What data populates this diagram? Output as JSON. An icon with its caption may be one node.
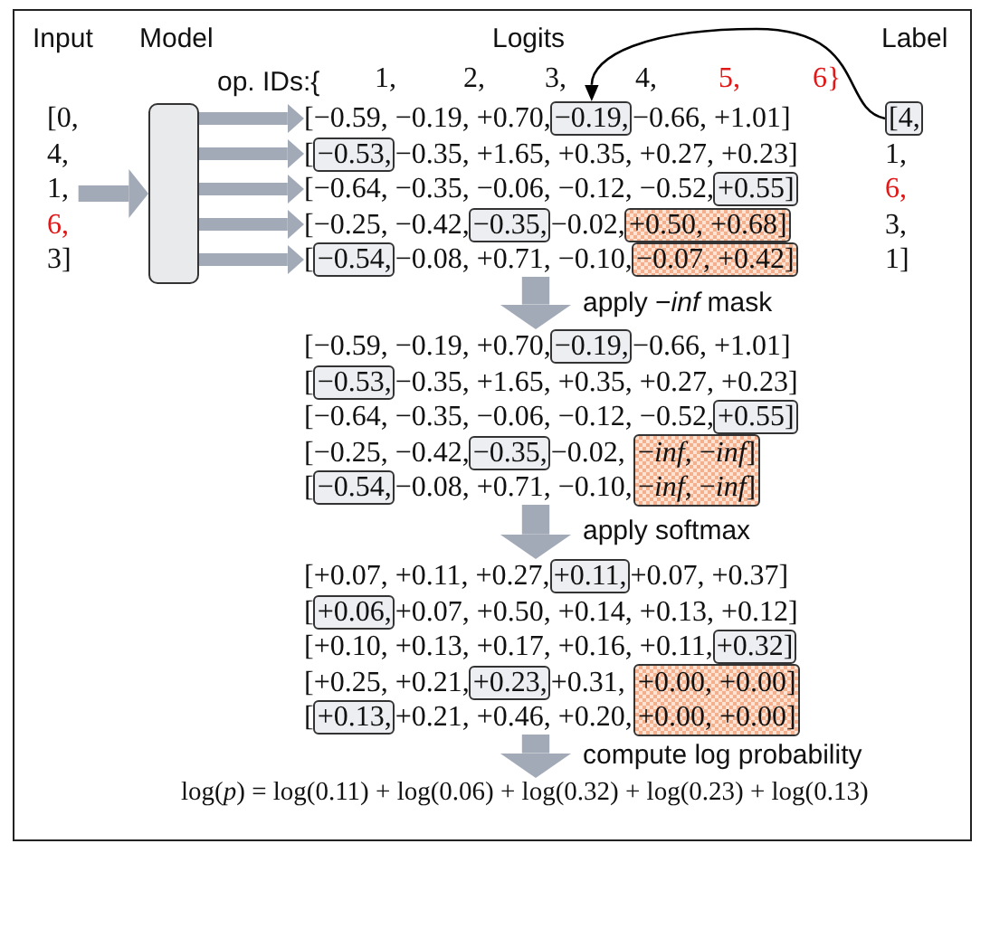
{
  "diagram": {
    "nodes": [
      {
        "text": [
          "[0,",
          "4,",
          "1,",
          "6,",
          "3]"
        ]
      },
      {
        "text": [],
        "shape": "box"
      },
      {
        "text": [
          "1,",
          "6,",
          "3,",
          "1]"
        ]
      },
      {
        "text": [
          "[4,"
        ],
        "in": 2
      },
      {
        "text": [
          "[−0.59, −0.19, +0.70,",
          "−0.66, +1.01]"
        ]
      },
      {
        "text": [
          "−0.19,"
        ],
        "in": 4
      },
      {
        "text": [
          "[",
          "−0.35, +1.65, +0.35, +0.27, +0.23]"
        ]
      },
      {
        "text": [
          "−0.53,"
        ],
        "in": 6
      },
      {
        "text": [
          "[−0.64, −0.35, −0.06, −0.12, −0.52,"
        ]
      },
      {
        "text": [
          "+0.55]"
        ],
        "in": 8
      },
      {
        "text": [
          "[−0.25, −0.42,",
          "−0.02,"
        ]
      },
      {
        "text": [
          "−0.35,"
        ],
        "in": 10
      },
      {
        "text": [
          "+0.50, +0.68]"
        ],
        "in": 10
      },
      {
        "text": [
          "[",
          "−0.08, +0.71, −0.10,"
        ]
      },
      {
        "text": [
          "−0.54,"
        ],
        "in": 13
      },
      {
        "text": [
          "−0.07, +0.42]"
        ],
        "in": 13
      },
      {
        "text": [
          "[−0.59, −0.19, +0.70,",
          "−0.66, +1.01]"
        ]
      },
      {
        "text": [
          "−0.19,"
        ],
        "in": 16
      },
      {
        "text": [
          "[",
          "−0.35, +1.65, +0.35, +0.27, +0.23]"
        ]
      },
      {
        "text": [
          "−0.53,"
        ],
        "in": 18
      },
      {
        "text": [
          "[−0.64, −0.35, −0.06, −0.12, −0.52,"
        ]
      },
      {
        "text": [
          "+0.55]"
        ],
        "in": 20
      },
      {
        "text": [
          "[−0.25, −0.42,",
          "−0.02,"
        ]
      },
      {
        "text": [
          "−0.35,"
        ],
        "in": 22
      },
      {
        "text": [
          "[",
          "−0.08, +0.71, −0.10,"
        ]
      },
      {
        "text": [
          "−0.54,"
        ],
        "in": 24
      },
      {
        "text": [
          "−*inf*, −*inf*]",
          "−*inf*, −*inf*]"
        ]
      },
      {
        "text": [
          "[+0.07, +0.11, +0.27,",
          "+0.07, +0.37]"
        ]
      },
      {
        "text": [
          "+0.11,"
        ],
        "in": 27
      },
      {
        "text": [
          "[",
          "+0.07, +0.50, +0.14, +0.13, +0.12]"
        ]
      },
      {
        "text": [
          "+0.06,"
        ],
        "in": 29
      },
      {
        "text": [
          "[+0.10, +0.13, +0.17, +0.16, +0.11,"
        ]
      },
      {
        "text": [
          "+0.32]"
        ],
        "in": 31
      },
      {
        "text": [
          "[+0.25, +0.21,",
          "+0.31,"
        ]
      },
      {
        "text": [
          "+0.23,"
        ],
        "in": 33
      },
      {
        "text": [
          "[",
          "+0.21, +0.46, +0.20,"
        ]
      },
      {
        "text": [
          "+0.13,"
        ],
        "in": 35
      },
      {
        "text": [
          "+0.00, +0.00]",
          "+0.00, +0.00]"
        ]
      },
      {
        "text": [
          "log(*p*) = log(0.11) + log(0.06) + log(0.32) + log(0.23) + log(0.13)"
        ]
      }
    ],
    "edges": [
      {
        "from": 0,
        "to": 1,
        "arrow": "to"
      },
      {
        "from": 1,
        "to": 4,
        "arrow": "to"
      },
      {
        "from": 1,
        "to": 6,
        "arrow": "to"
      },
      {
        "from": 1,
        "to": 8,
        "arrow": "to"
      },
      {
        "from": 1,
        "to": 10,
        "arrow": "to"
      },
      {
        "from": 1,
        "to": 13,
        "arrow": "to"
      },
      {
        "from": 3,
        "to": 5,
        "arrow": "to",
        "color": "#000000"
      },
      {
        "from": 13,
        "to": 16,
        "arrow": "to",
        "label": "apply −*inf* mask",
        "style": "thick"
      },
      {
        "from": 24,
        "to": 27,
        "arrow": "to",
        "label": "apply softmax",
        "style": "thick"
      },
      {
        "from": 35,
        "to": 38,
        "arrow": "to",
        "label": "compute log probability",
        "style": "thick"
      }
    ],
    "labels": [
      "Input",
      "Model",
      "Logits",
      "Label",
      "op. IDs:{",
      "1,",
      "2,",
      "3,",
      "4,",
      "5,",
      "6}"
    ]
  }
}
